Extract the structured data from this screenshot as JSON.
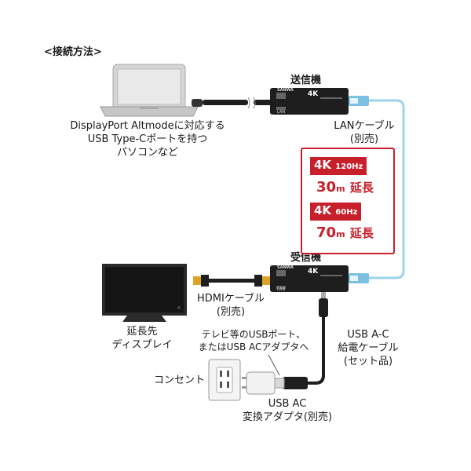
{
  "title": "<接続方法>",
  "devices": {
    "transmitter_label": "送信機",
    "receiver_label": "受信機",
    "device_model_text": "4K",
    "device_port_text": "LAN",
    "device_brand_text": "SANWA"
  },
  "laptop_caption": [
    "DisplayPort Altmodeに対応する",
    "USB Type-Cポートを持つ",
    "パソコンなど"
  ],
  "lan_cable": [
    "LANケーブル",
    "(別売)"
  ],
  "specs": [
    {
      "badge_main": "4K",
      "badge_sub": "120Hz",
      "distance": "30",
      "unit": "m",
      "suffix": "延長"
    },
    {
      "badge_main": "4K",
      "badge_sub": "60Hz",
      "distance": "70",
      "unit": "m",
      "suffix": "延長"
    }
  ],
  "hdmi_cable": [
    "HDMIケーブル",
    "(別売)"
  ],
  "display_caption": [
    "延長先",
    "ディスプレイ"
  ],
  "usb_port_note": [
    "テレビ等のUSBポート、",
    "またはUSB ACアダプタへ"
  ],
  "power_cable": [
    "USB A-C",
    "給電ケーブル",
    "(セット品)"
  ],
  "outlet_label": "コンセント",
  "adapter_caption": [
    "USB AC",
    "変換アダプタ(別売)"
  ],
  "colors": {
    "accent_red": "#c8202b",
    "lan_blue": "#9ed3ec",
    "device_black": "#1e1e1e"
  }
}
